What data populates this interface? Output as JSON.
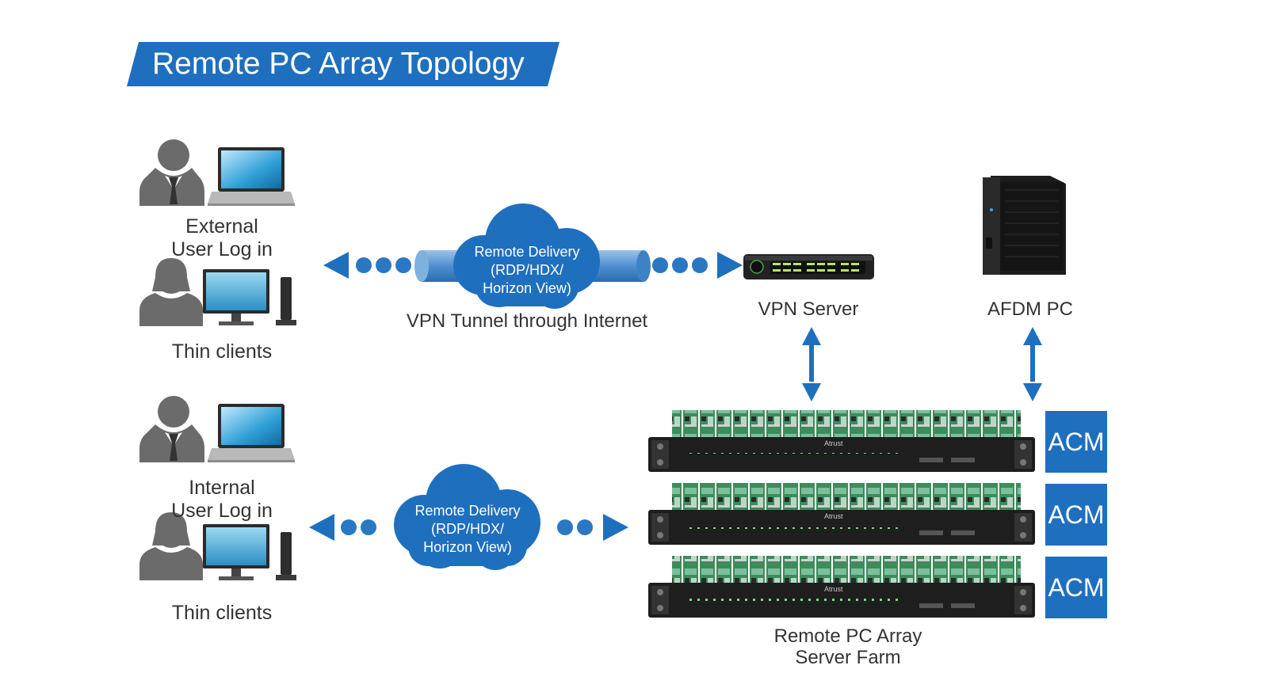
{
  "title": "Remote PC Array Topology",
  "external": {
    "line1": "External",
    "line2": "User Log in"
  },
  "internal": {
    "line1": "Internal",
    "line2": "User Log in"
  },
  "thin_clients_top": "Thin clients",
  "thin_clients_bottom": "Thin clients",
  "cloud_top": {
    "line1": "Remote Delivery",
    "line2": "(RDP/HDX/",
    "line3": "Horizon View)"
  },
  "cloud_bottom": {
    "line1": "Remote Delivery",
    "line2": "(RDP/HDX/",
    "line3": "Horizon View)"
  },
  "vpn_tunnel_label": "VPN Tunnel through Internet",
  "vpn_server_label": "VPN Server",
  "afdm_label": "AFDM PC",
  "server_farm": {
    "line1": "Remote PC Array",
    "line2": "Server Farm"
  },
  "acm_labels": [
    "ACM",
    "ACM",
    "ACM"
  ],
  "server_brand": "Atrust",
  "colors": {
    "accent": "#1f6fbf",
    "icon_gray": "#6b6b6b",
    "card_green": "#3e8b5c"
  }
}
